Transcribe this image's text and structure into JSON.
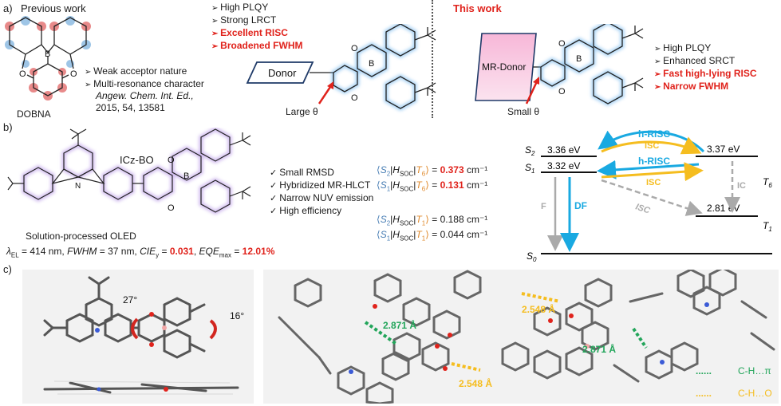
{
  "panel_a": {
    "label": "a)",
    "previous_title": "Previous work",
    "dobna_label": "DOBNA",
    "previous_bullets": [
      "Weak acceptor nature",
      "Multi-resonance character"
    ],
    "citation_journal": "Angew. Chem. Int. Ed.,",
    "citation_details": "2015, 54, 13581",
    "middle_bullets": [
      "High PLQY",
      "Strong LRCT"
    ],
    "middle_bullets_red": [
      "Excellent RISC",
      "Broadened FWHM"
    ],
    "donor_label": "Donor",
    "large_theta": "Large θ",
    "this_work_title": "This work",
    "mr_donor_label": "MR-Donor",
    "small_theta": "Small θ",
    "right_bullets": [
      "High PLQY",
      "Enhanced SRCT"
    ],
    "right_bullets_red": [
      "Fast high-lying RISC",
      "Narrow FWHM"
    ],
    "atom_B": "B",
    "atom_O": "O"
  },
  "panel_b": {
    "label": "b)",
    "molecule_name": "ICz-BO",
    "atom_N": "N",
    "checklist": [
      "Small RMSD",
      "Hybridized MR-HLCT",
      "Narrow NUV emission",
      "High efficiency"
    ],
    "oled_label": "Solution-processed OLED",
    "metrics": {
      "lambda": "λ",
      "lambda_sub": "EL",
      "lambda_value": " = 414 nm, ",
      "fwhm": "FWHM",
      "fwhm_value": " = 37 nm, ",
      "cie": "CIE",
      "cie_sub": "y",
      "cie_eq": " = ",
      "cie_value": "0.031",
      "sep": ", ",
      "eqe": "EQE",
      "eqe_sub": "max",
      "eqe_eq": " = ",
      "eqe_value": "12.01%"
    },
    "soc": [
      {
        "bra": "S",
        "bra_sub": "2",
        "ket": "T",
        "ket_sub": "6",
        "value": "0.373",
        "unit": " cm⁻¹",
        "highlight": true
      },
      {
        "bra": "S",
        "bra_sub": "1",
        "ket": "T",
        "ket_sub": "6",
        "value": "0.131",
        "unit": " cm⁻¹",
        "highlight": true
      },
      {
        "bra": "S",
        "bra_sub": "2",
        "ket": "T",
        "ket_sub": "1",
        "value": "0.188",
        "unit": " cm⁻¹",
        "highlight": false
      },
      {
        "bra": "S",
        "bra_sub": "1",
        "ket": "T",
        "ket_sub": "1",
        "value": "0.044",
        "unit": " cm⁻¹",
        "highlight": false
      }
    ],
    "soc_operator": "H",
    "soc_operator_sub": "SOC",
    "energy_levels": {
      "s2_label": "S",
      "s2_sub": "2",
      "s2_energy": "3.36 eV",
      "s1_label": "S",
      "s1_sub": "1",
      "s1_energy": "3.32 eV",
      "s0_label": "S",
      "s0_sub": "0",
      "t6_label": "T",
      "t6_sub": "6",
      "t6_energy": "3.37 eV",
      "t1_label": "T",
      "t1_sub": "1",
      "t1_energy": "2.81 eV"
    },
    "transitions": {
      "h_risc_top": "h-RISC",
      "isc_top": "ISC",
      "h_risc_bottom": "h-RISC",
      "isc_bottom": "ISC",
      "ic": "IC",
      "isc_grey": "ISC",
      "f": "F",
      "df": "DF"
    },
    "colors": {
      "blue": "#19a9e1",
      "yellow": "#f5bd1f",
      "grey": "#aaaaaa",
      "red": "#e0231c",
      "purple": "#9a6fd6"
    }
  },
  "panel_c": {
    "label": "c)",
    "angle_1": "27°",
    "angle_2": "16°",
    "distances": [
      "2.871 Å",
      "2.548 Å",
      "2.871 Å",
      "2.548 Å"
    ],
    "legend": [
      {
        "marker": "......",
        "label": "C-H…π",
        "color": "#22a55a"
      },
      {
        "marker": "......",
        "label": "C-H…O",
        "color": "#f5bd1f"
      }
    ]
  }
}
